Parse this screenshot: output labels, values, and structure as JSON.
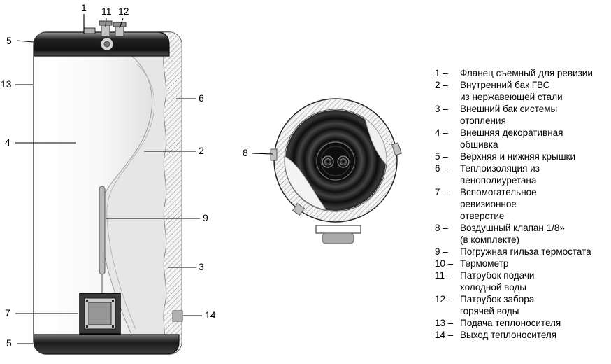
{
  "legend": {
    "items": [
      {
        "num": "1 –",
        "label": "Фланец съемный для ревизии"
      },
      {
        "num": "2 –",
        "label": "Внутренний бак ГВС\nиз нержавеющей стали"
      },
      {
        "num": "3 –",
        "label": "Внешний бак системы\nотопления"
      },
      {
        "num": "4 –",
        "label": "Внешняя декоративная\nобшивка"
      },
      {
        "num": "5 –",
        "label": "Верхняя и нижняя крышки"
      },
      {
        "num": "6 –",
        "label": "Теплоизоляция из\nпенополиуретана"
      },
      {
        "num": "7 –",
        "label": "Вспомогательное\nревизионное\nотверстие"
      },
      {
        "num": "8 –",
        "label": "Воздушный клапан 1/8»\n(в комплекте)"
      },
      {
        "num": "9 –",
        "label": "Погружная гильза термостата"
      },
      {
        "num": "10 –",
        "label": "Термометр"
      },
      {
        "num": "11 –",
        "label": "Патрубок подачи\nхолодной воды"
      },
      {
        "num": "12 –",
        "label": "Патрубок забора\nгорячей воды"
      },
      {
        "num": "13 –",
        "label": "Подача теплоносителя"
      },
      {
        "num": "14 –",
        "label": "Выход теплоносителя"
      }
    ]
  },
  "callouts": {
    "flange_top": "1",
    "cold_water_inlet": "11",
    "hot_water_outlet": "12",
    "top_cover": "5",
    "heating_supply": "13",
    "insulation": "6",
    "outer_casing": "4",
    "inner_tank": "2",
    "thermostat_sleeve": "9",
    "outer_tank": "3",
    "inspection_hole": "7",
    "heating_return": "14",
    "bottom_cover": "5",
    "air_valve": "8"
  }
}
